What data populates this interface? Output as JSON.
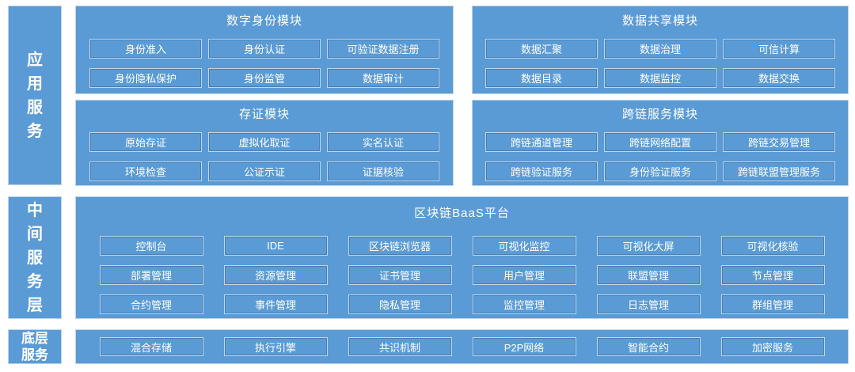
{
  "colors": {
    "box_fill": "#5B9BD5",
    "box_border": "#BFD5EA",
    "btn_border": "#BDD7EE",
    "btn_inner": "#4A7FB5",
    "text_color": "#FFFFFF",
    "bg": "#FFFFFF"
  },
  "layers": [
    {
      "label": "应用服务",
      "panels": [
        {
          "title": "数字身份模块",
          "items": [
            "身份准入",
            "身份认证",
            "可验证数据注册",
            "身份隐私保护",
            "身份监管",
            "数据审计"
          ]
        },
        {
          "title": "数据共享模块",
          "items": [
            "数据汇聚",
            "数据治理",
            "可信计算",
            "数据目录",
            "数据监控",
            "数据交换"
          ]
        },
        {
          "title": "存证模块",
          "items": [
            "原始存证",
            "虚拟化取证",
            "实名认证",
            "环境检查",
            "公证示证",
            "证据核验"
          ]
        },
        {
          "title": "跨链服务模块",
          "items": [
            "跨链通道管理",
            "跨链网络配置",
            "跨链交易管理",
            "跨链验证服务",
            "身份验证服务",
            "跨链联盟管理服务"
          ]
        }
      ]
    },
    {
      "label": "中间服务层",
      "panels": [
        {
          "title": "区块链BaaS平台",
          "items": [
            "控制台",
            "IDE",
            "区块链浏览器",
            "可视化监控",
            "可视化大屏",
            "可视化核验",
            "部署管理",
            "资源管理",
            "证书管理",
            "用户管理",
            "联盟管理",
            "节点管理",
            "合约管理",
            "事件管理",
            "隐私管理",
            "监控管理",
            "日志管理",
            "群组管理"
          ]
        }
      ]
    },
    {
      "label": "底层服务",
      "panels": [
        {
          "items": [
            "混合存储",
            "执行引擎",
            "共识机制",
            "P2P网络",
            "智能合约",
            "加密服务"
          ]
        }
      ]
    }
  ]
}
